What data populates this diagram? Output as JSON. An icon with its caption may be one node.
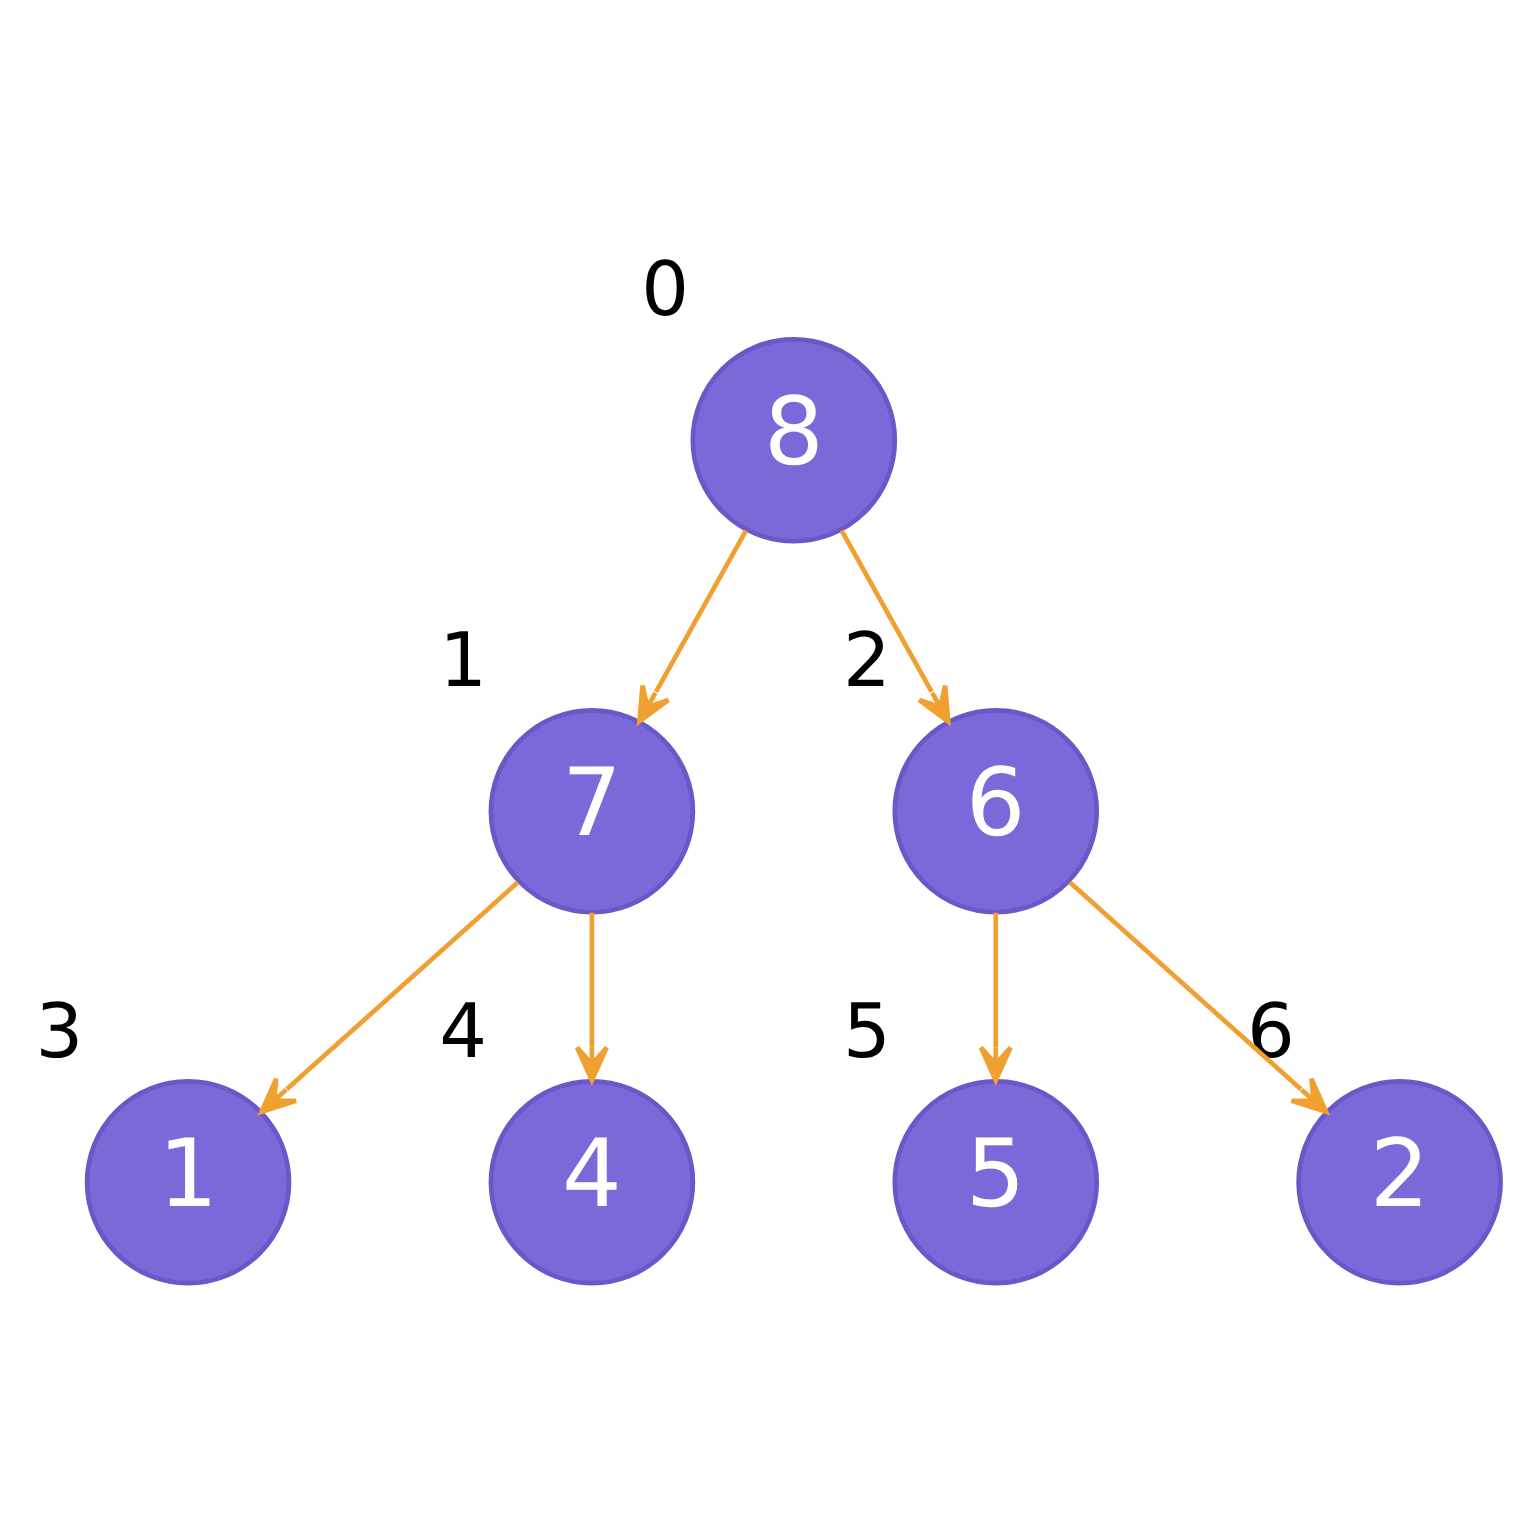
{
  "diagram": {
    "nodes": [
      {
        "text": [
          "8"
        ],
        "beside": [
          "0"
        ]
      },
      {
        "text": [
          "7"
        ],
        "beside": [
          "1"
        ]
      },
      {
        "text": [
          "6"
        ],
        "beside": [
          "2"
        ]
      },
      {
        "text": [
          "1"
        ],
        "beside": [
          "3"
        ]
      },
      {
        "text": [
          "4"
        ],
        "beside": [
          "4"
        ]
      },
      {
        "text": [
          "5"
        ],
        "beside": [
          "5"
        ]
      },
      {
        "text": [
          "2"
        ],
        "beside": [
          "6"
        ]
      }
    ],
    "edges": [
      {
        "from": 0,
        "to": 1,
        "arrow": "to"
      },
      {
        "from": 0,
        "to": 2,
        "arrow": "to"
      },
      {
        "from": 1,
        "to": 3,
        "arrow": "to"
      },
      {
        "from": 1,
        "to": 4,
        "arrow": "to"
      },
      {
        "from": 2,
        "to": 5,
        "arrow": "to"
      },
      {
        "from": 2,
        "to": 6,
        "arrow": "to"
      }
    ]
  }
}
